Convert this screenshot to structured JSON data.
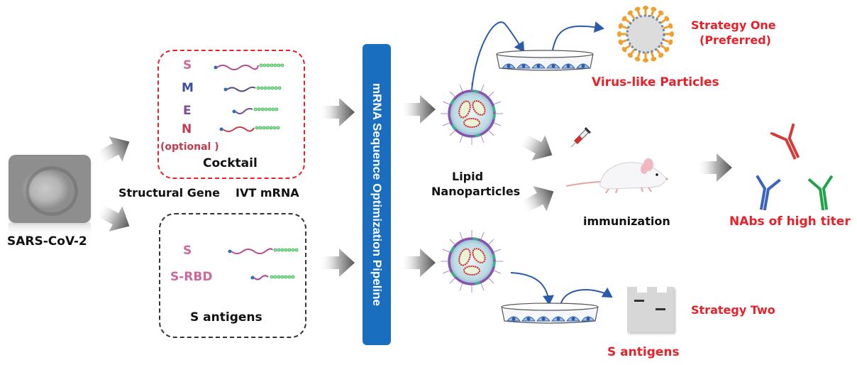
{
  "colors": {
    "accent_red": "#e8202a",
    "pipeline_blue": "#1a6ec0",
    "text_black": "#111111",
    "gene_pink": "#d0679a",
    "gene_blue": "#3b4f9a",
    "gene_purple": "#7a4f8f",
    "gene_red": "#c43a4e",
    "antibody_red": "#d43b3b",
    "antibody_blue": "#3b64c0",
    "antibody_green": "#22a34a",
    "vlp_orange": "#f0a030"
  },
  "source": {
    "label": "SARS-CoV-2"
  },
  "cocktail_box": {
    "genes": [
      {
        "name": "S",
        "color": "#d0679a"
      },
      {
        "name": "M",
        "color": "#3b4f9a"
      },
      {
        "name": "E",
        "color": "#7a4f8f"
      },
      {
        "name": "N",
        "color": "#c43a4e"
      }
    ],
    "optional_note": "(optional )",
    "title": "Cocktail"
  },
  "middle_labels": {
    "structural_gene": "Structural Gene",
    "ivt_mrna": "IVT mRNA"
  },
  "s_antigen_box": {
    "genes": [
      {
        "name": "S",
        "color": "#d0679a"
      },
      {
        "name": "S-RBD",
        "color": "#d0679a"
      }
    ],
    "title": "S antigens"
  },
  "pipeline": {
    "label": "mRNA Sequence Optimization Pipeline"
  },
  "lnp": {
    "label_line1": "Lipid",
    "label_line2": "Nanoparticles"
  },
  "strategy_one": {
    "title_line1": "Strategy One",
    "title_line2": "(Preferred)",
    "product": "Virus-like Particles"
  },
  "immunization": {
    "label": "immunization"
  },
  "result": {
    "label": "NAbs of high titer"
  },
  "strategy_two": {
    "title": "Strategy Two",
    "product": "S antigens"
  }
}
